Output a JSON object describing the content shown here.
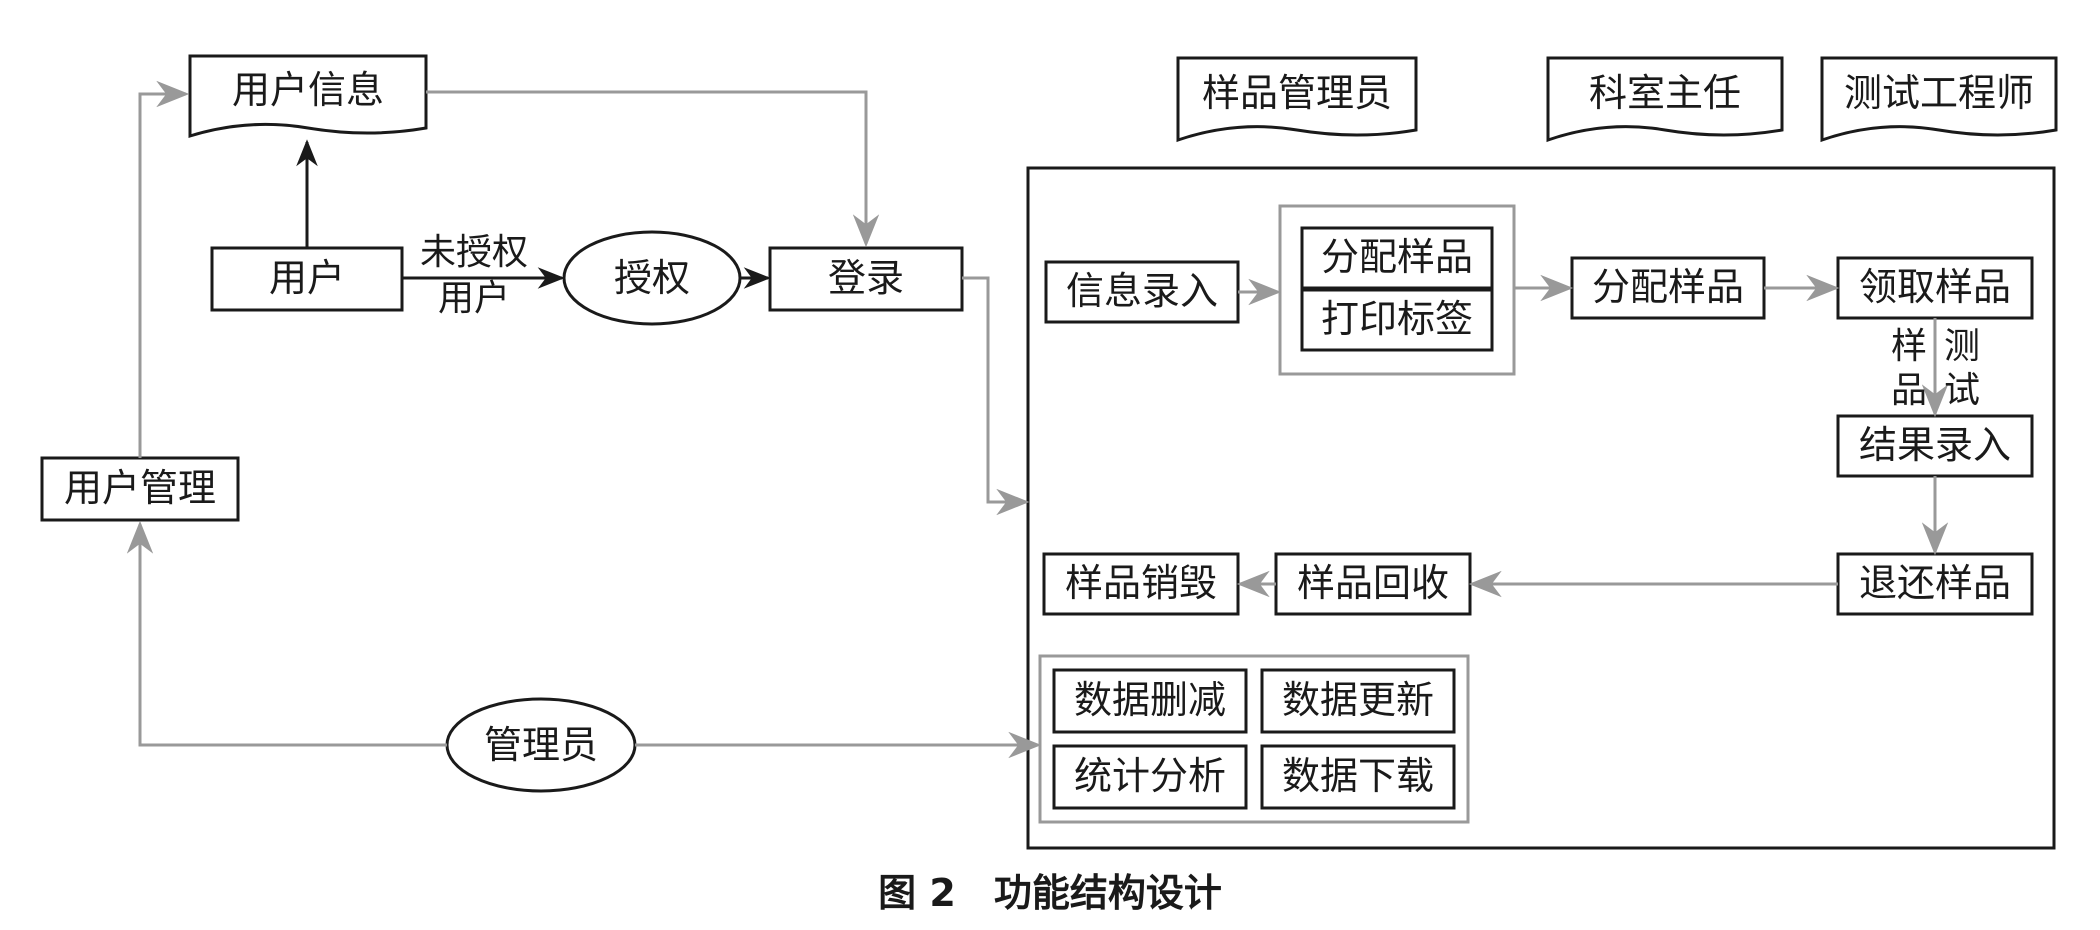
{
  "roles": {
    "user_info": "用户信息",
    "sample_admin": "样品管理员",
    "dept_director": "科室主任",
    "test_engineer": "测试工程师"
  },
  "nodes": {
    "user": "用户",
    "authorize": "授权",
    "login": "登录",
    "user_mgmt": "用户管理",
    "admin": "管理员",
    "info_entry": "信息录入",
    "assign_sample_a": "分配样品",
    "print_label": "打印标签",
    "assign_sample_b": "分配样品",
    "receive_sample": "领取样品",
    "result_entry": "结果录入",
    "return_sample": "退还样品",
    "sample_recycle": "样品回收",
    "sample_destroy": "样品销毁",
    "data_delete": "数据删减",
    "data_update": "数据更新",
    "stat_analysis": "统计分析",
    "data_download": "数据下载"
  },
  "edge_labels": {
    "unauthorized_1": "未授权",
    "unauthorized_2": "用户",
    "sample_1": "样",
    "sample_2": "品",
    "test_1": "测",
    "test_2": "试"
  },
  "caption": "图 2　功能结构设计",
  "colors": {
    "dark": "#1a1a1a",
    "gray": "#999999"
  }
}
